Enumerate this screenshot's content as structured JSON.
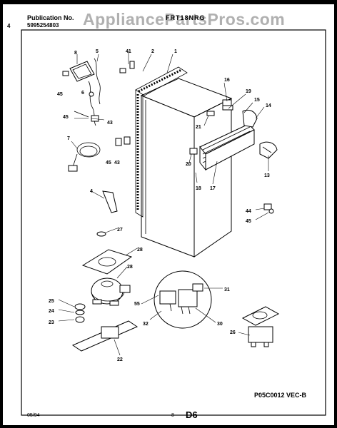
{
  "header": {
    "publication_label": "Publication No.",
    "publication_number": "5995254803",
    "brand_code": "FRT18NRG",
    "left_mark": "4"
  },
  "watermark": "AppliancePartsPros.com",
  "diagram_code": "P05C0012 VEC-B",
  "footer": {
    "date": "05/94",
    "page": "8",
    "section": "D6"
  },
  "callouts": [
    "1",
    "2",
    "4",
    "5",
    "6",
    "7",
    "8",
    "13",
    "14",
    "15",
    "16",
    "17",
    "18",
    "19",
    "20",
    "21",
    "22",
    "23",
    "24",
    "25",
    "26",
    "27",
    "28",
    "28",
    "30",
    "31",
    "32",
    "41",
    "43",
    "43",
    "44",
    "45",
    "45",
    "45",
    "45",
    "55"
  ]
}
